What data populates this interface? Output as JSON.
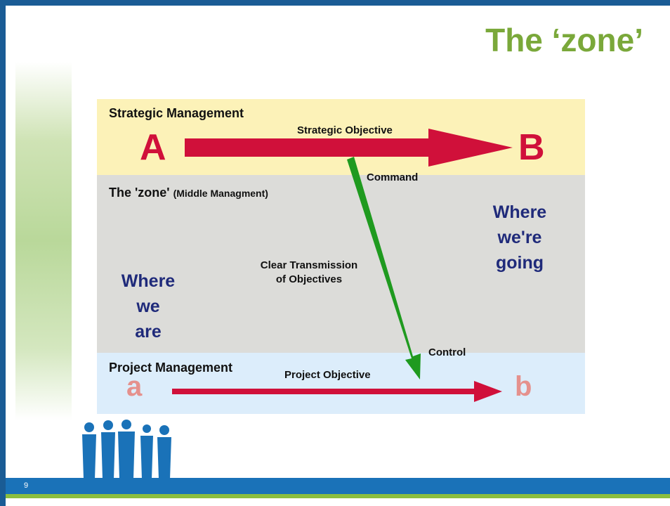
{
  "slide": {
    "title": "The ‘zone’",
    "page_number": "9"
  },
  "diagram": {
    "strategic": {
      "header": "Strategic Management",
      "objective": "Strategic Objective",
      "start": "A",
      "end": "B"
    },
    "zone": {
      "header": "The 'zone'",
      "subheader": "(Middle Managment)",
      "command": "Command",
      "transmission": [
        "Clear Transmission",
        "of Objectives"
      ],
      "control": "Control",
      "where_we_are": [
        "Where",
        "we",
        "are"
      ],
      "where_going": [
        "Where",
        "we're",
        "going"
      ]
    },
    "project": {
      "header": "Project Management",
      "objective": "Project Objective",
      "start": "a",
      "end": "b"
    }
  },
  "colors": {
    "title_green": "#7aa83a",
    "strategic_band": "#fcf2b8",
    "zone_band": "#dcdcd9",
    "project_band": "#dcedfb",
    "red_arrow": "#d0103a",
    "green_arrow": "#1f9a1f",
    "navy_text": "#1f2a7a",
    "frame_blue": "#1a72b8"
  },
  "icons": {
    "people": "people-silhouettes-icon"
  }
}
